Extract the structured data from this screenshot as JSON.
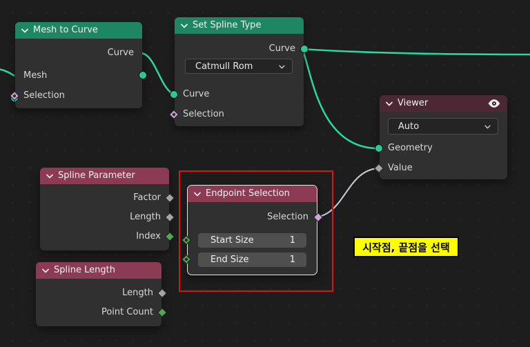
{
  "editor": {
    "type": "geometry-node-graph",
    "accent_colors": {
      "geometry_header": "#1e8662",
      "field_header": "#8c3b55",
      "viewer_header": "#4b2833",
      "wire_geometry": "#2bd6a0",
      "wire_field": "#c9c4cc",
      "socket_geometry": "#2cc993",
      "socket_boolean": "#cca6d6",
      "socket_float": "#a5a5a5",
      "socket_int": "#56a456",
      "annotation_box": "#e01212",
      "annotation_highlight": "#ffff00"
    }
  },
  "nodes": {
    "mesh_to_curve": {
      "title": "Mesh to Curve",
      "outputs": [
        {
          "label": "Curve",
          "type": "geometry"
        }
      ],
      "inputs": [
        {
          "label": "Mesh",
          "type": "geometry"
        },
        {
          "label": "Selection",
          "type": "boolean-field"
        }
      ]
    },
    "set_spline_type": {
      "title": "Set Spline Type",
      "outputs": [
        {
          "label": "Curve",
          "type": "geometry"
        }
      ],
      "dropdown": {
        "value": "Catmull Rom"
      },
      "inputs": [
        {
          "label": "Curve",
          "type": "geometry"
        },
        {
          "label": "Selection",
          "type": "boolean-field"
        }
      ]
    },
    "viewer": {
      "title": "Viewer",
      "dropdown": {
        "value": "Auto"
      },
      "inputs": [
        {
          "label": "Geometry",
          "type": "geometry"
        },
        {
          "label": "Value",
          "type": "float"
        }
      ]
    },
    "spline_parameter": {
      "title": "Spline Parameter",
      "outputs": [
        {
          "label": "Factor",
          "type": "float"
        },
        {
          "label": "Length",
          "type": "float"
        },
        {
          "label": "Index",
          "type": "int"
        }
      ]
    },
    "endpoint_selection": {
      "title": "Endpoint Selection",
      "outputs": [
        {
          "label": "Selection",
          "type": "boolean-field"
        }
      ],
      "fields": [
        {
          "label": "Start Size",
          "value": "1"
        },
        {
          "label": "End Size",
          "value": "1"
        }
      ]
    },
    "spline_length": {
      "title": "Spline Length",
      "outputs": [
        {
          "label": "Length",
          "type": "float"
        },
        {
          "label": "Point Count",
          "type": "int"
        }
      ]
    }
  },
  "annotation": {
    "label": "시작점, 끝점을 선택"
  }
}
